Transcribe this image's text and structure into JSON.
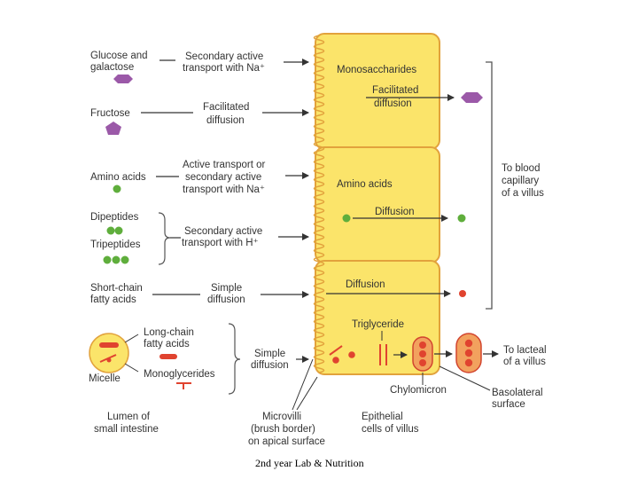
{
  "colors": {
    "cell_fill": "#fbe46a",
    "cell_border": "#e2a23c",
    "monosaccharide": "#9b59a8",
    "amino_acid": "#5fae3c",
    "fat_red": "#e0432f",
    "arrow": "#333333"
  },
  "left": {
    "glucose": [
      "Glucose and",
      "galactose"
    ],
    "fructose": "Fructose",
    "amino_acids": "Amino acids",
    "dipeptides": "Dipeptides",
    "tripeptides": "Tripeptides",
    "short_chain": [
      "Short-chain",
      "fatty acids"
    ],
    "long_chain": [
      "Long-chain",
      "fatty acids"
    ],
    "monoglycerides": "Monoglycerides",
    "micelle": "Micelle"
  },
  "transport": {
    "t1": [
      "Secondary active",
      "transport with Na⁺"
    ],
    "t2": [
      "Facilitated",
      "diffusion"
    ],
    "t3": [
      "Active transport or",
      "secondary active",
      "transport with Na⁺"
    ],
    "t4": [
      "Secondary active",
      "transport with H⁺"
    ],
    "t5": [
      "Simple",
      "diffusion"
    ],
    "t6": [
      "Simple",
      "diffusion"
    ]
  },
  "cell": {
    "monosaccharides": "Monosaccharides",
    "facilitated": [
      "Facilitated",
      "diffusion"
    ],
    "amino_acids": "Amino acids",
    "diffusion_aa": "Diffusion",
    "diffusion_fat": "Diffusion",
    "triglyceride": "Triglyceride"
  },
  "right": {
    "blood": [
      "To blood",
      "capillary",
      "of a villus"
    ],
    "lacteal": [
      "To lacteal",
      "of a villus"
    ],
    "chylomicron": "Chylomicron",
    "basolateral": [
      "Basolateral",
      "surface"
    ]
  },
  "bottom": {
    "lumen": [
      "Lumen of",
      "small intestine"
    ],
    "microvilli": [
      "Microvilli",
      "(brush border)",
      "on apical surface"
    ],
    "epithelial": [
      "Epithelial",
      "cells of villus"
    ]
  },
  "footer": "2nd year Lab & Nutrition"
}
